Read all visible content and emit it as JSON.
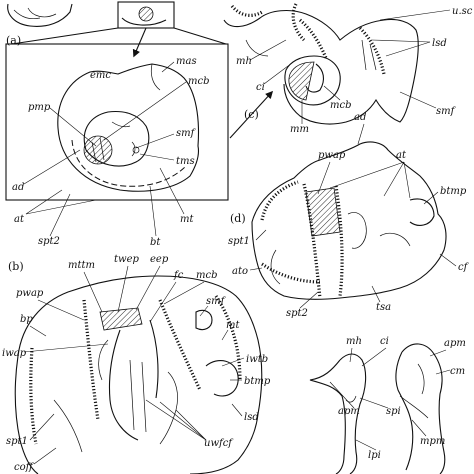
{
  "panels": {
    "a": "(a)",
    "b": "(b)",
    "c": "(c)",
    "d": "(d)"
  },
  "labels": {
    "emc": "emc",
    "mas": "mas",
    "mcb_a": "mcb",
    "pmp": "pmp",
    "smf_a": "smf",
    "tms": "tms",
    "ad_a": "ad",
    "mt_a": "mt",
    "at_a": "at",
    "bt": "bt",
    "spt2_a": "spt2",
    "mh_c": "mh",
    "ci_c": "ci",
    "mm": "mm",
    "mcb_c": "mcb",
    "lsd_c": "lsd",
    "smf_c": "smf",
    "usc": "u.sc",
    "ad_d": "ad",
    "pwap_d": "pwap",
    "at_d": "at",
    "btmp_d": "btmp",
    "spt1_d": "spt1",
    "ato": "ato",
    "spt2_d": "spt2",
    "tsa": "tsa",
    "cf": "cf",
    "mttm": "mttm",
    "twep": "twep",
    "eep": "eep",
    "fc": "fc",
    "mcb_b": "mcb",
    "pwap_b": "pwap",
    "bp": "bp",
    "iwap": "iwap",
    "smf_b": "smf",
    "mt_b": "mt",
    "iwtb": "iwtb",
    "btmp_b": "btmp",
    "lsd_b": "lsd",
    "uwfcf": "uwfcf",
    "spt1_b": "spt1",
    "coff": "coff",
    "mh_e": "mh",
    "ci_e": "ci",
    "apm_l": "apm",
    "spi": "spi",
    "lpi": "lpi",
    "apm_r": "apm",
    "cm": "cm",
    "mpm": "mpm"
  }
}
